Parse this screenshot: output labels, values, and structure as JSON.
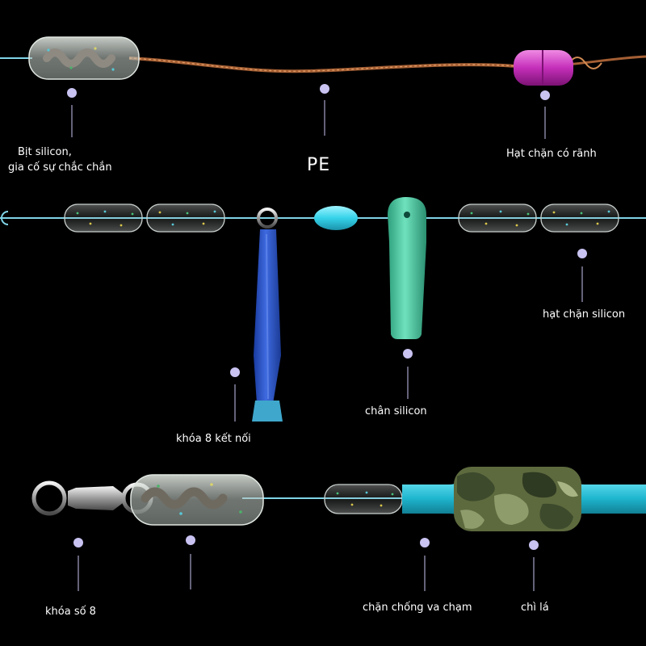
{
  "labels": {
    "silicon_cap_line1": "Bịt silicon,",
    "silicon_cap_line2": "gia cố sự chắc chắn",
    "pe": "PE",
    "grooved_stopper": "Hạt chặn có rãnh",
    "silicon_stopper": "hạt chặn silicon",
    "connector_swivel": "khóa 8 kết nối",
    "silicon_foot": "chân silicon",
    "swivel_8": "khóa số 8",
    "anti_collision_stopper": "chặn chống va chạm",
    "lead_sinker": "chì lá"
  },
  "colors": {
    "background": "#000000",
    "line": "#7fd3e6",
    "pe_braid": "#b0683a",
    "magenta_bead": "#c42fb9",
    "blue_clip": "#2c55c9",
    "green_foot": "#46c9a0",
    "cyan_bead": "#35d3ea",
    "camo_dark": "#3d4a2c",
    "marker_dot": "#c9c3f2"
  }
}
